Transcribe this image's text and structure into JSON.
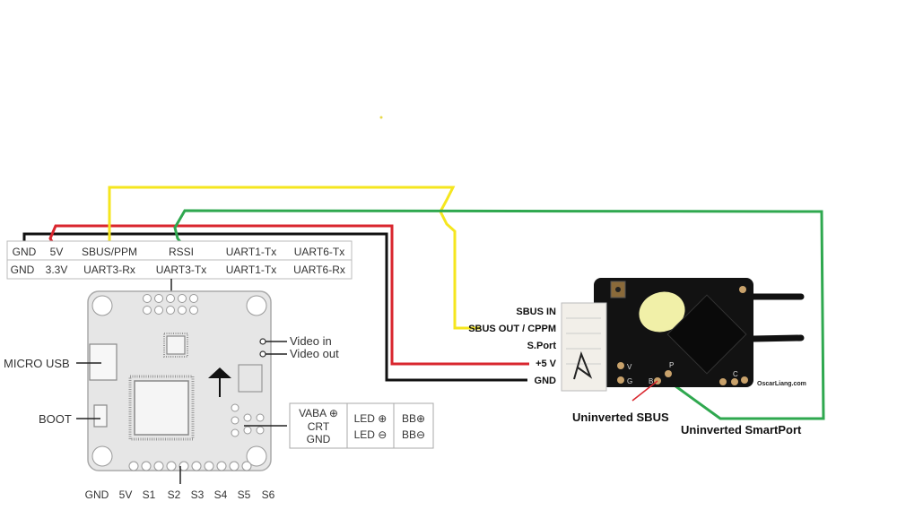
{
  "diagram": {
    "title": "Flight controller to receiver wiring (SBUS / SmartPort)",
    "fc_header": {
      "top_row": [
        "GND",
        "5V",
        "SBUS/PPM",
        "RSSI",
        "UART1-Tx",
        "UART6-Tx"
      ],
      "bottom_row": [
        "GND",
        "3.3V",
        "UART3-Rx",
        "UART3-Tx",
        "UART1-Tx",
        "UART6-Rx"
      ]
    },
    "fc_side_labels": {
      "micro_usb": "MICRO USB",
      "boot": "BOOT",
      "video_in": "Video in",
      "video_out": "Video out"
    },
    "fc_power_box": {
      "col1": [
        "VABA ⊕",
        "CRT",
        "GND"
      ],
      "col2": [
        "LED ⊕",
        "LED ⊖"
      ],
      "col3": [
        "BB⊕",
        "BB⊖"
      ]
    },
    "fc_bottom_pins": [
      "GND",
      "5V",
      "S1",
      "S2",
      "S3",
      "S4",
      "S5",
      "S6"
    ],
    "receiver_pins": [
      "SBUS IN",
      "SBUS OUT / CPPM",
      "S.Port",
      "+5 V",
      "GND"
    ],
    "receiver_pad_labels": [
      "V",
      "G",
      "B",
      "P",
      "C"
    ],
    "receiver_watermark": "OscarLiang.com",
    "annotations": {
      "uninverted_sbus": "Uninverted SBUS",
      "uninverted_smartport": "Uninverted SmartPort"
    },
    "wires": [
      {
        "name": "gnd-wire",
        "color": "#111111",
        "from": "GND",
        "to": "GND"
      },
      {
        "name": "5v-wire",
        "color": "#d9262e",
        "from": "5V",
        "to": "+5 V"
      },
      {
        "name": "sbus-wire",
        "color": "#f5e61e",
        "from": "SBUS/PPM",
        "to": "SBUS OUT / CPPM"
      },
      {
        "name": "smartport-wire",
        "color": "#2fa84f",
        "from": "RSSI",
        "to": "Uninverted SmartPort"
      }
    ]
  }
}
